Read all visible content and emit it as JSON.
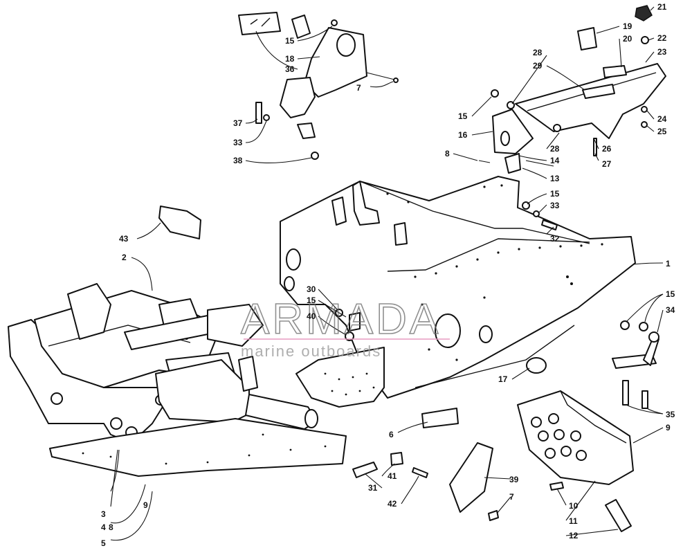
{
  "diagram": {
    "callouts": [
      {
        "id": "c1",
        "text": "1"
      },
      {
        "id": "c2",
        "text": "2"
      },
      {
        "id": "c3",
        "text": "3"
      },
      {
        "id": "c4",
        "text": "4"
      },
      {
        "id": "c5",
        "text": "5"
      },
      {
        "id": "c6",
        "text": "6"
      },
      {
        "id": "c7a",
        "text": "7"
      },
      {
        "id": "c7b",
        "text": "7"
      },
      {
        "id": "c8a",
        "text": "8"
      },
      {
        "id": "c8b",
        "text": "8"
      },
      {
        "id": "c9a",
        "text": "9"
      },
      {
        "id": "c9b",
        "text": "9"
      },
      {
        "id": "c10",
        "text": "10"
      },
      {
        "id": "c11",
        "text": "11"
      },
      {
        "id": "c12",
        "text": "12"
      },
      {
        "id": "c13",
        "text": "13"
      },
      {
        "id": "c14",
        "text": "14"
      },
      {
        "id": "c15a",
        "text": "15"
      },
      {
        "id": "c15b",
        "text": "15"
      },
      {
        "id": "c15c",
        "text": "15"
      },
      {
        "id": "c15d",
        "text": "15"
      },
      {
        "id": "c15e",
        "text": "15"
      },
      {
        "id": "c16",
        "text": "16"
      },
      {
        "id": "c17",
        "text": "17"
      },
      {
        "id": "c18",
        "text": "18"
      },
      {
        "id": "c19",
        "text": "19"
      },
      {
        "id": "c20",
        "text": "20"
      },
      {
        "id": "c21",
        "text": "21"
      },
      {
        "id": "c22",
        "text": "22"
      },
      {
        "id": "c23",
        "text": "23"
      },
      {
        "id": "c24",
        "text": "24"
      },
      {
        "id": "c25",
        "text": "25"
      },
      {
        "id": "c26",
        "text": "26"
      },
      {
        "id": "c27",
        "text": "27"
      },
      {
        "id": "c28a",
        "text": "28"
      },
      {
        "id": "c28b",
        "text": "28"
      },
      {
        "id": "c29",
        "text": "29"
      },
      {
        "id": "c30",
        "text": "30"
      },
      {
        "id": "c31",
        "text": "31"
      },
      {
        "id": "c32",
        "text": "32"
      },
      {
        "id": "c33a",
        "text": "33"
      },
      {
        "id": "c33b",
        "text": "33"
      },
      {
        "id": "c34",
        "text": "34"
      },
      {
        "id": "c35",
        "text": "35"
      },
      {
        "id": "c36",
        "text": "36"
      },
      {
        "id": "c37",
        "text": "37"
      },
      {
        "id": "c38",
        "text": "38"
      },
      {
        "id": "c39",
        "text": "39"
      },
      {
        "id": "c40",
        "text": "40"
      },
      {
        "id": "c41",
        "text": "41"
      },
      {
        "id": "c42",
        "text": "42"
      },
      {
        "id": "c43",
        "text": "43"
      }
    ]
  },
  "watermark": {
    "title": "ARMADA",
    "subtitle": "marine outboards",
    "logo_color": "#e79ac0",
    "logo_center_color": "#e4729f"
  }
}
